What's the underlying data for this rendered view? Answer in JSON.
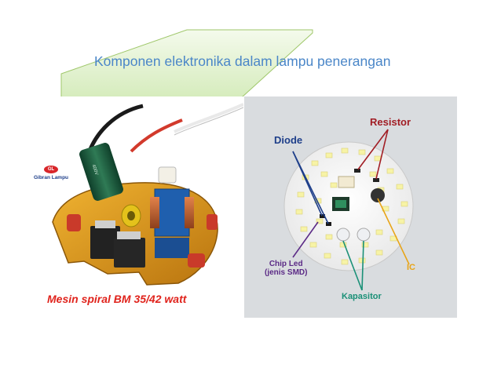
{
  "slide": {
    "title": "Komponen elektronika dalam lampu penerangan"
  },
  "left_photo": {
    "brand_badge": "GL",
    "brand_name": "Gibran Lampu",
    "caption": "Mesin spiral BM 35/42 watt"
  },
  "right_photo": {
    "labels": {
      "resistor": "Resistor",
      "diode": "Diode",
      "chip_led_line1": "Chip Led",
      "chip_led_line2": "(jenis SMD)",
      "ic": "IC",
      "kapasitor": "Kapasitor"
    }
  },
  "colors": {
    "title": "#4a86c8",
    "deco_fill": "#dcefc4",
    "deco_stroke": "#9fc76a",
    "caption_red": "#e0231c",
    "resistor": "#a11d24",
    "diode": "#1e3f8a",
    "chip_led": "#5b2a86",
    "ic": "#e8a417",
    "kapasitor": "#1a9077"
  }
}
